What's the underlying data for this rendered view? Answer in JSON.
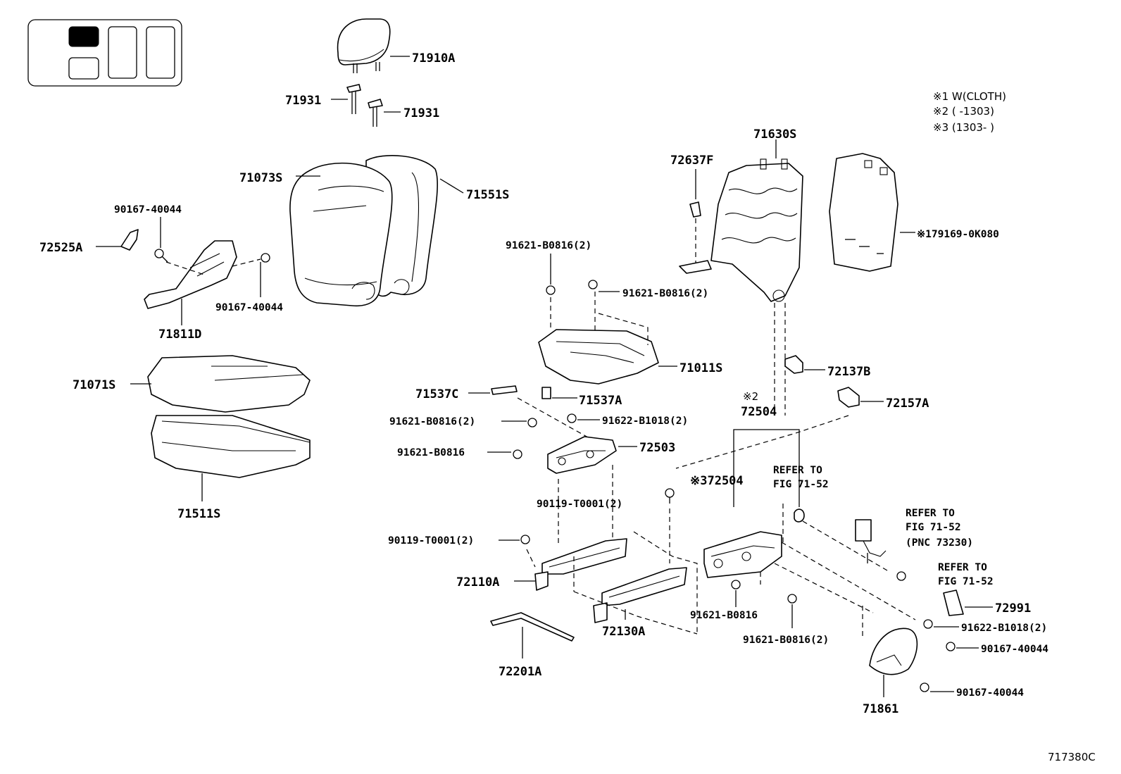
{
  "notes": {
    "n1": "※1 W(CLOTH)",
    "n2": "※2 (      -1303)",
    "n3": "※3 (1303-      )"
  },
  "figure_id": "717380C",
  "labels": {
    "p71910A": "71910A",
    "p71931a": "71931",
    "p71931b": "71931",
    "p71073S": "71073S",
    "p71551S": "71551S",
    "p90167a": "90167-40044",
    "p72525A": "72525A",
    "p90167b": "90167-40044",
    "p71811D": "71811D",
    "p71071S": "71071S",
    "p71511S": "71511S",
    "p91621a": "91621-B0816(2)",
    "p91621b": "91621-B0816(2)",
    "p71011S": "71011S",
    "p71537C": "71537C",
    "p71537A": "71537A",
    "p91621c": "91621-B0816(2)",
    "p91622a": "91622-B1018(2)",
    "p91621d": "91621-B0816",
    "p72503": "72503",
    "p90119a": "90119-T0001(2)",
    "p90119b": "90119-T0001(2)",
    "p72110A": "72110A",
    "p72130A": "72130A",
    "p72201A": "72201A",
    "p71630S": "71630S",
    "p72637F": "72637F",
    "p79169": "※179169-0K080",
    "p72137B": "72137B",
    "p72157A": "72157A",
    "mark2": "※2",
    "p72504a": "72504",
    "p72504b": "※372504",
    "refer1a": "REFER TO",
    "refer1b": "FIG 71-52",
    "refer2a": "REFER TO",
    "refer2b": "FIG 71-52",
    "refer2c": "(PNC 73230)",
    "refer3a": "REFER TO",
    "refer3b": "FIG 71-52",
    "p72991": "72991",
    "p91622b": "91622-B1018(2)",
    "p90167c": "90167-40044",
    "p90167d": "90167-40044",
    "p91621e": "91621-B0816",
    "p91621f": "91621-B0816(2)",
    "p71861": "71861"
  }
}
